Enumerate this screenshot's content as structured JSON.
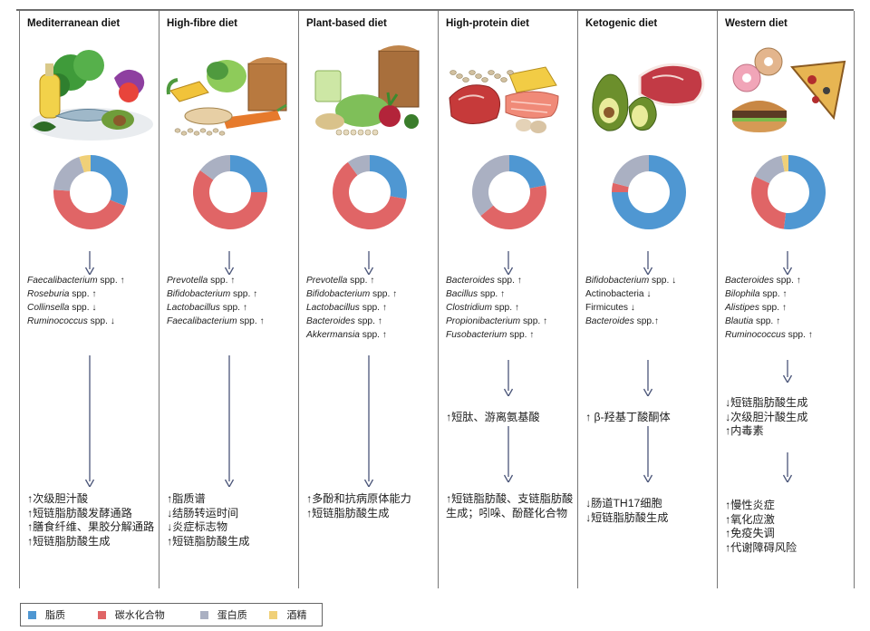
{
  "diets": [
    {
      "title": "Mediterranean diet",
      "composition": [
        {
          "nutrient": "lipid",
          "value": 0.31
        },
        {
          "nutrient": "carbohydrate",
          "value": 0.45
        },
        {
          "nutrient": "protein",
          "value": 0.19
        },
        {
          "nutrient": "alcohol",
          "value": 0.05
        }
      ],
      "bacteria": [
        {
          "genus": "Faecalibacterium",
          "suffix": " spp. ↑"
        },
        {
          "genus": "Roseburia",
          "suffix": " spp. ↑"
        },
        {
          "genus": "Collinsella",
          "suffix": " spp. ↓"
        },
        {
          "genus": "Ruminococcus",
          "suffix": " spp. ↓"
        }
      ],
      "intermediate": [],
      "effects": [
        "↑次级胆汁酸",
        "↑短链脂肪酸发酵通路",
        "↑膳食纤维、果胶分解通路",
        "↑短链脂肪酸生成"
      ]
    },
    {
      "title": "High-fibre diet",
      "composition": [
        {
          "nutrient": "lipid",
          "value": 0.25
        },
        {
          "nutrient": "carbohydrate",
          "value": 0.6
        },
        {
          "nutrient": "protein",
          "value": 0.15
        },
        {
          "nutrient": "alcohol",
          "value": 0
        }
      ],
      "bacteria": [
        {
          "genus": "Prevotella",
          "suffix": " spp. ↑"
        },
        {
          "genus": "Bifidobacterium",
          "suffix": " spp. ↑"
        },
        {
          "genus": "Lactobacillus",
          "suffix": " spp. ↑"
        },
        {
          "genus": "Faecalibacterium",
          "suffix": " spp. ↑"
        }
      ],
      "intermediate": [],
      "effects": [
        "↑脂质谱",
        "↓结肠转运时间",
        "↓炎症标志物",
        "↑短链脂肪酸生成"
      ]
    },
    {
      "title": "Plant-based diet",
      "composition": [
        {
          "nutrient": "lipid",
          "value": 0.28
        },
        {
          "nutrient": "carbohydrate",
          "value": 0.62
        },
        {
          "nutrient": "protein",
          "value": 0.1
        },
        {
          "nutrient": "alcohol",
          "value": 0
        }
      ],
      "bacteria": [
        {
          "genus": "Prevotella",
          "suffix": " spp. ↑"
        },
        {
          "genus": "Bifidobacterium",
          "suffix": " spp. ↑"
        },
        {
          "genus": "Lactobacillus",
          "suffix": " spp. ↑"
        },
        {
          "genus": "Bacteroides",
          "suffix": " spp. ↑"
        },
        {
          "genus": "Akkermansia",
          "suffix": " spp. ↑"
        }
      ],
      "intermediate": [],
      "effects": [
        "↑多酚和抗病原体能力",
        "↑短链脂肪酸生成"
      ]
    },
    {
      "title": "High-protein diet",
      "composition": [
        {
          "nutrient": "lipid",
          "value": 0.22
        },
        {
          "nutrient": "carbohydrate",
          "value": 0.42
        },
        {
          "nutrient": "protein",
          "value": 0.36
        },
        {
          "nutrient": "alcohol",
          "value": 0
        }
      ],
      "bacteria": [
        {
          "genus": "Bacteroides",
          "suffix": " spp. ↑"
        },
        {
          "genus": "Bacillus",
          "suffix": " spp. ↑"
        },
        {
          "genus": "Clostridium",
          "suffix": " spp. ↑"
        },
        {
          "genus": "Propionibacterium",
          "suffix": " spp. ↑"
        },
        {
          "genus": "Fusobacterium",
          "suffix": " spp. ↑"
        }
      ],
      "intermediate": [
        "↑短肽、游离氨基酸"
      ],
      "effects": [
        "↑短链脂肪酸、支链脂肪酸生成；吲哚、酚醛化合物"
      ]
    },
    {
      "title": "Ketogenic diet",
      "composition": [
        {
          "nutrient": "lipid",
          "value": 0.75
        },
        {
          "nutrient": "carbohydrate",
          "value": 0.04
        },
        {
          "nutrient": "protein",
          "value": 0.21
        },
        {
          "nutrient": "alcohol",
          "value": 0
        }
      ],
      "bacteria": [
        {
          "genus": "Bifidobacterium",
          "suffix": " spp. ↓"
        },
        {
          "genus": "",
          "suffix": "Actinobacteria ↓"
        },
        {
          "genus": "",
          "suffix": "Firmicutes ↓"
        },
        {
          "genus": "Bacteroides",
          "suffix": " spp.↑"
        }
      ],
      "intermediate": [
        "↑ β-羟基丁酸酮体"
      ],
      "effects": [
        "↓肠道TH17细胞",
        "↓短链脂肪酸生成"
      ]
    },
    {
      "title": "Western diet",
      "composition": [
        {
          "nutrient": "lipid",
          "value": 0.52
        },
        {
          "nutrient": "carbohydrate",
          "value": 0.3
        },
        {
          "nutrient": "protein",
          "value": 0.15
        },
        {
          "nutrient": "alcohol",
          "value": 0.03
        }
      ],
      "bacteria": [
        {
          "genus": "Bacteroides",
          "suffix": " spp. ↑"
        },
        {
          "genus": "Bilophila",
          "suffix": " spp. ↑"
        },
        {
          "genus": "Alistipes",
          "suffix": " spp. ↑"
        },
        {
          "genus": "Blautia",
          "suffix": " spp. ↑"
        },
        {
          "genus": "Ruminococcus",
          "suffix": " spp. ↑"
        }
      ],
      "intermediate": [
        "↓短链脂肪酸生成",
        "↓次级胆汁酸生成",
        "↑内毒素"
      ],
      "effects": [
        "↑慢性炎症",
        "↑氧化应激",
        "↑免疫失调",
        "↑代谢障碍风险"
      ]
    }
  ],
  "legend": [
    {
      "key": "lipid",
      "label": "脂质",
      "color": "#4f97d2"
    },
    {
      "key": "carbohydrate",
      "label": "碳水化合物",
      "color": "#e06566"
    },
    {
      "key": "protein",
      "label": "蛋白质",
      "color": "#aab0c2"
    },
    {
      "key": "alcohol",
      "label": "酒精",
      "color": "#f0d078"
    }
  ],
  "colors": {
    "lipid": "#4f97d2",
    "carbohydrate": "#e06566",
    "protein": "#aab0c2",
    "alcohol": "#f0d078",
    "arrow": "#4a5578"
  }
}
